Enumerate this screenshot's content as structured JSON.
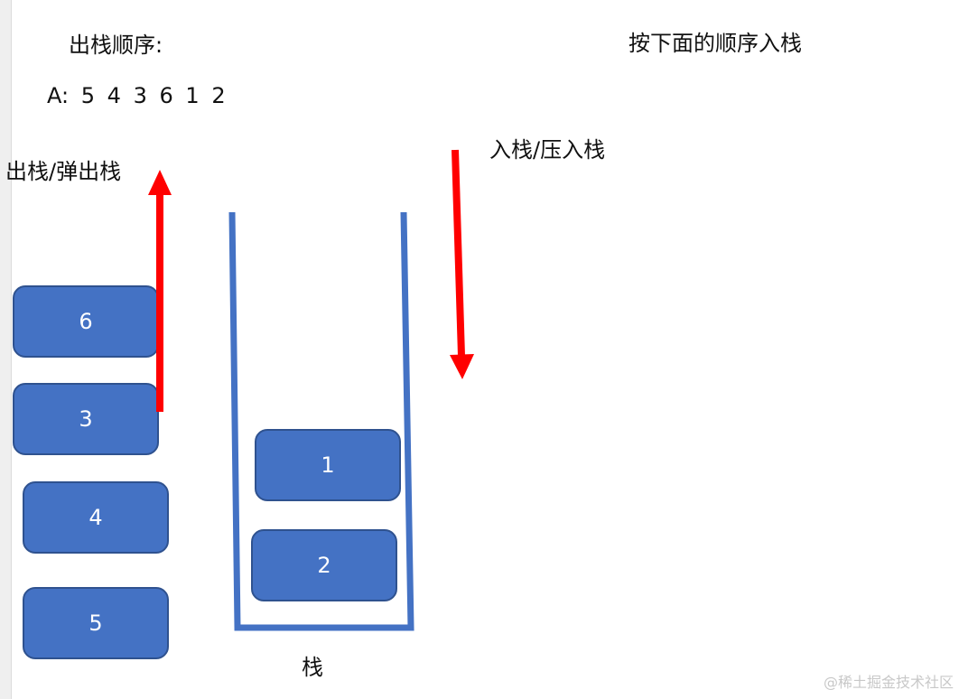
{
  "labels": {
    "pop_order_title": "出栈顺序:",
    "push_order_title": "按下面的顺序入栈",
    "pop_arrow_label": "出栈/弹出栈",
    "push_arrow_label": "入栈/压入栈",
    "stack_label": "栈",
    "watermark": "@稀土掘金技术社区"
  },
  "pop_sequence": {
    "prefix": "A:",
    "values": [
      "5",
      "4",
      "3",
      "6",
      "1",
      "2"
    ]
  },
  "popped_boxes": [
    "6",
    "3",
    "4",
    "5"
  ],
  "stack_boxes": [
    "1",
    "2"
  ],
  "colors": {
    "box_fill": "#4472c4",
    "box_border": "#2f528f",
    "stack_outline": "#4472c4",
    "arrow": "#ff0000"
  }
}
